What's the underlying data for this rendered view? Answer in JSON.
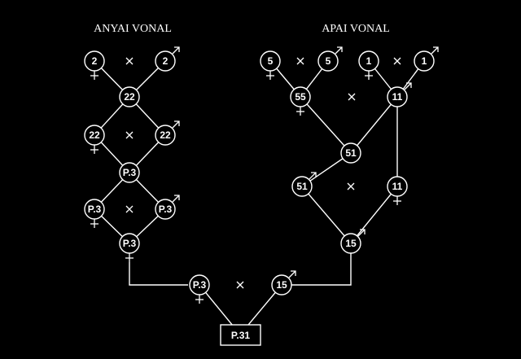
{
  "titles": {
    "maternal": "ANYAI VONAL",
    "paternal": "APAI VONAL"
  },
  "nodes": {
    "m_f1": "2",
    "m_m1": "2",
    "m_c1": "22",
    "m_f2": "22",
    "m_m2": "22",
    "m_c2": "P.3",
    "m_f3": "P.3",
    "m_m3": "P.3",
    "m_c3": "P.3",
    "p_f1": "5",
    "p_m1": "5",
    "p_f2": "1",
    "p_m2": "1",
    "p_c55": "55",
    "p_c11": "11",
    "p_c51": "51",
    "p_f51": "51",
    "p_m11": "11",
    "p_c15": "15",
    "f_f": "P.3",
    "f_m": "15",
    "result": "P.31"
  },
  "colors": {
    "background": "#000000",
    "foreground": "#ffffff"
  }
}
